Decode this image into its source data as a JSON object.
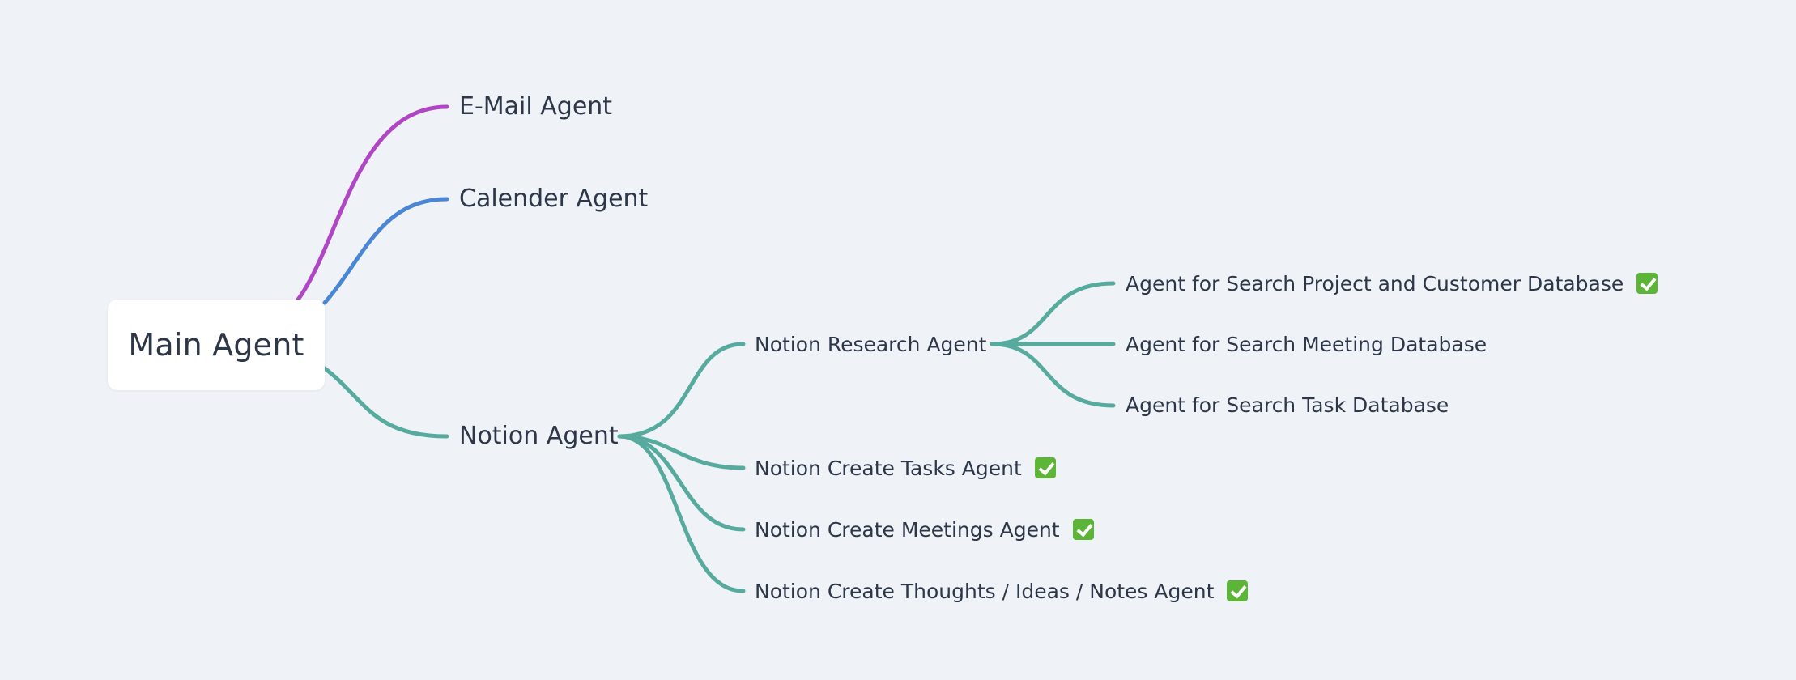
{
  "root": {
    "label": "Main Agent"
  },
  "colors": {
    "email": "#b045c6",
    "calendar": "#4a86d4",
    "notion": "#57ab9e"
  },
  "branches": {
    "email": {
      "label": "E-Mail Agent"
    },
    "calendar": {
      "label": "Calender Agent"
    },
    "notion": {
      "label": "Notion Agent",
      "children": {
        "research": {
          "label": "Notion Research Agent",
          "children": [
            {
              "label": "Agent for Search Project and Customer Database",
              "done": true
            },
            {
              "label": "Agent for Search Meeting Database",
              "done": false
            },
            {
              "label": "Agent for Search Task Database",
              "done": false
            }
          ]
        },
        "tasks": {
          "label": "Notion Create Tasks Agent",
          "done": true
        },
        "meetings": {
          "label": "Notion Create Meetings Agent",
          "done": true
        },
        "thoughts": {
          "label": "Notion Create Thoughts / Ideas / Notes Agent",
          "done": true
        }
      }
    }
  },
  "icons": {
    "done": "check-box-icon"
  }
}
